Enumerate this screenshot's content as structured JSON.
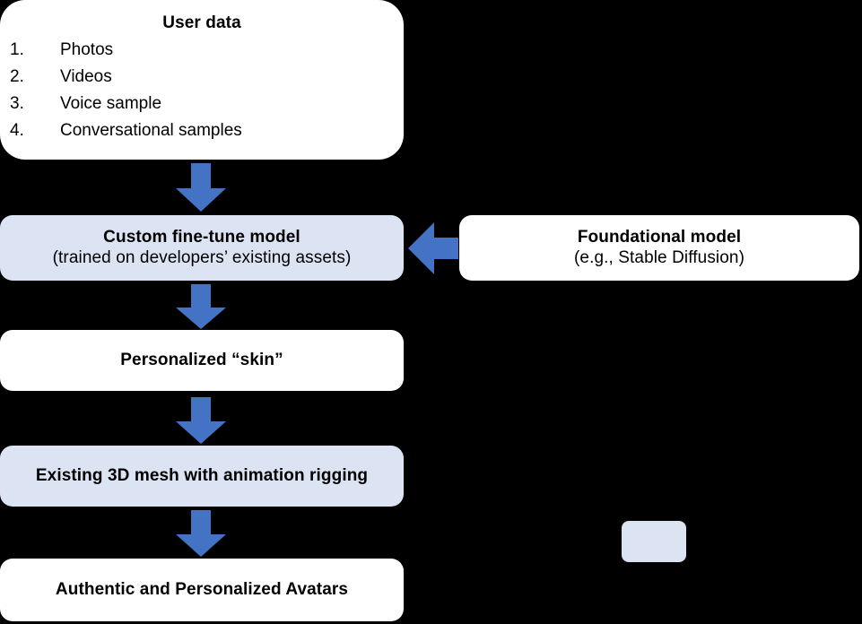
{
  "diagram": {
    "background_color": "#000000",
    "arrow_color": "#4472C4",
    "accent_fill": "#DCE3F3",
    "plain_fill": "#FFFFFF",
    "nodes": {
      "user_data": {
        "title": "User data",
        "items": [
          {
            "num": "1.",
            "text": "Photos"
          },
          {
            "num": "2.",
            "text": "Videos"
          },
          {
            "num": "3.",
            "text": "Voice sample"
          },
          {
            "num": "4.",
            "text": "Conversational samples"
          }
        ]
      },
      "finetune": {
        "title": "Custom fine-tune model",
        "subtitle": "(trained on developers’ existing assets)"
      },
      "foundational": {
        "title": "Foundational model",
        "subtitle": "(e.g., Stable Diffusion)"
      },
      "skin": {
        "title": "Personalized “skin”"
      },
      "mesh": {
        "title": "Existing 3D mesh with animation rigging"
      },
      "avatars": {
        "title": "Authentic and Personalized Avatars"
      },
      "accent_rect": {
        "title": ""
      }
    },
    "arrows": [
      {
        "name": "arrow-user-data-to-finetune",
        "direction": "down"
      },
      {
        "name": "arrow-foundational-to-finetune",
        "direction": "left"
      },
      {
        "name": "arrow-finetune-to-skin",
        "direction": "down"
      },
      {
        "name": "arrow-skin-to-mesh",
        "direction": "down"
      },
      {
        "name": "arrow-mesh-to-avatars",
        "direction": "down"
      }
    ]
  }
}
